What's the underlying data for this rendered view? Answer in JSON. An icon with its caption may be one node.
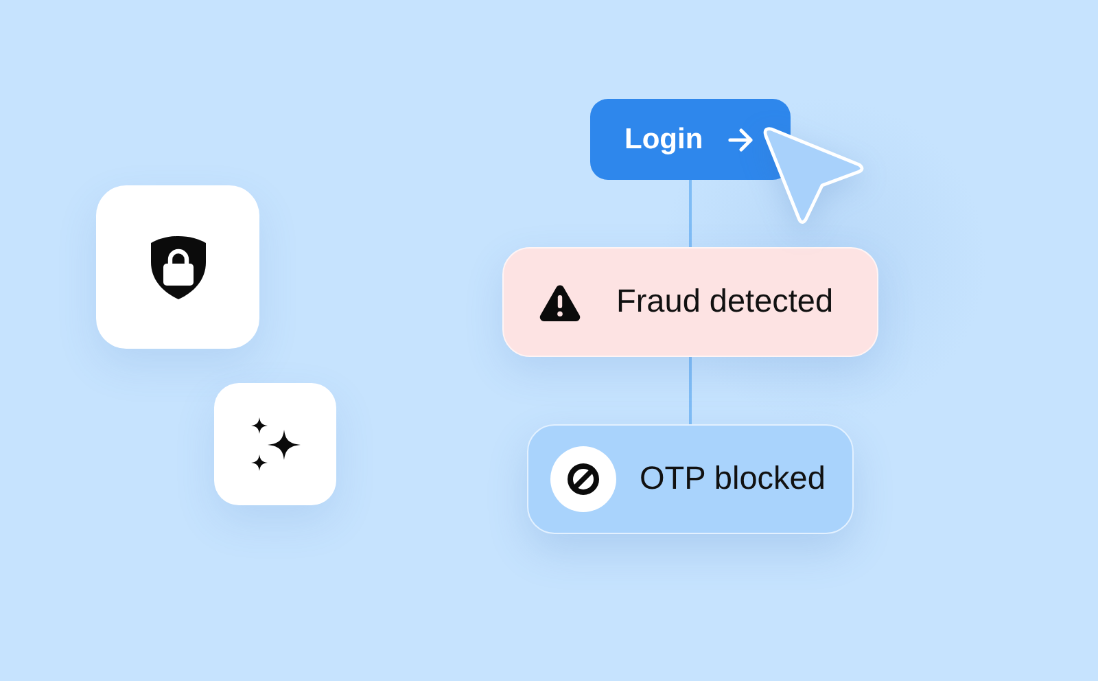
{
  "diagram": {
    "nodes": [
      {
        "text": [
          "Login"
        ]
      },
      {
        "text": [
          "Fraud detected"
        ]
      },
      {
        "text": [
          "OTP blocked"
        ]
      }
    ],
    "edges": [
      {
        "from": 0,
        "to": 1,
        "arrow": "none"
      },
      {
        "from": 1,
        "to": 2,
        "arrow": "none"
      }
    ]
  }
}
